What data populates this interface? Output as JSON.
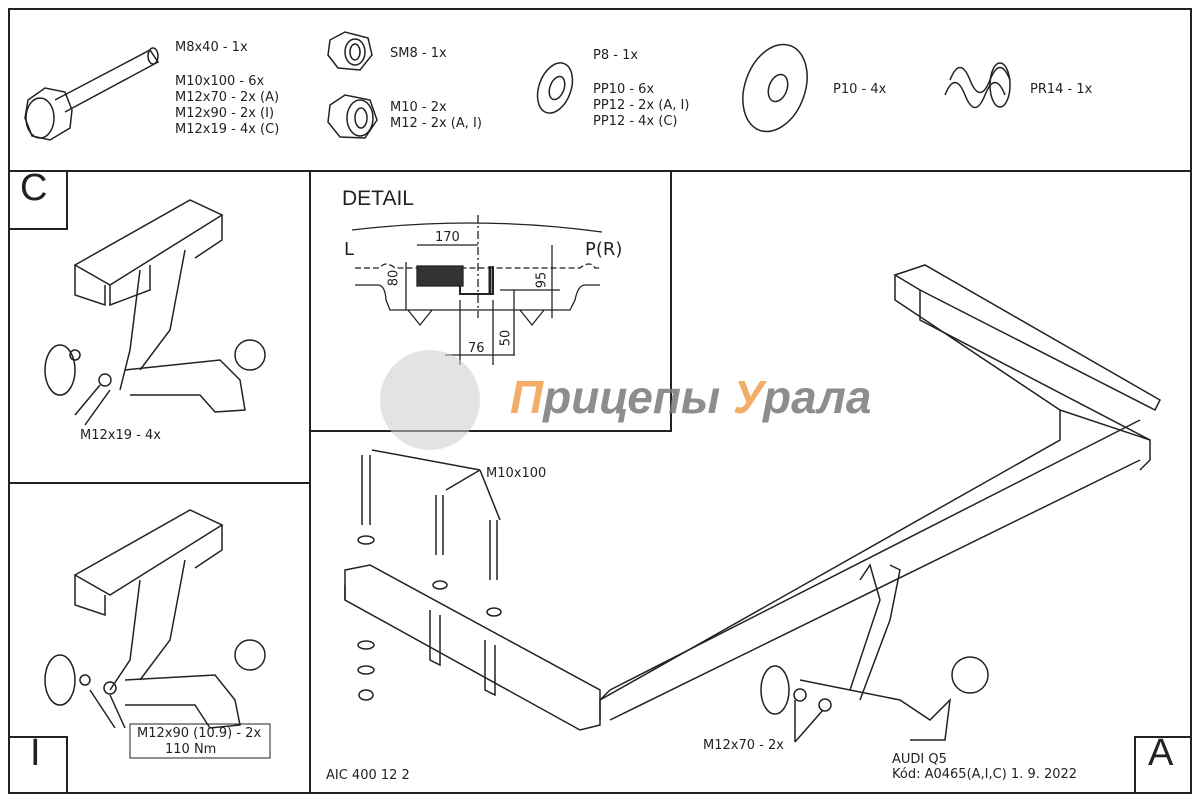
{
  "parts": {
    "bolt": [
      "M8x40 - 1x",
      "M10x100 - 6x",
      "M12x70 - 2x (A)",
      "M12x90 - 2x (I)",
      "M12x19 - 4x (C)"
    ],
    "lock_nut": "SM8 - 1x",
    "nuts": [
      "M10 - 2x",
      "M12 - 2x (A, I)"
    ],
    "washers_small": [
      "P8 - 1x",
      "PP10 - 6x",
      "PP12 - 2x (A, I)",
      "PP12 - 4x (C)"
    ],
    "washer_large": "P10 - 4x",
    "spring_washer": "PR14 - 1x"
  },
  "panel_c": {
    "letter": "C",
    "label": "M12x19 - 4x"
  },
  "panel_i": {
    "letter": "I",
    "label_line1": "M12x90 (10.9) - 2x",
    "label_line2": "110 Nm"
  },
  "detail": {
    "title": "DETAIL",
    "left": "L",
    "right": "P(R)",
    "dims": {
      "d170": "170",
      "d80": "80",
      "d95": "95",
      "d50": "50",
      "d76": "76"
    }
  },
  "main": {
    "letter": "A",
    "bolt_label": "M10x100",
    "ball_bolt_label": "M12x70 - 2x",
    "code": "AIC 400 12 2",
    "vehicle": "AUDI Q5",
    "kod": "Kód: A0465(A,I,C)  1. 9. 2022"
  },
  "watermark": {
    "first_letter": "П",
    "rest1": "рицепы ",
    "second": "У",
    "rest2": "рала"
  }
}
